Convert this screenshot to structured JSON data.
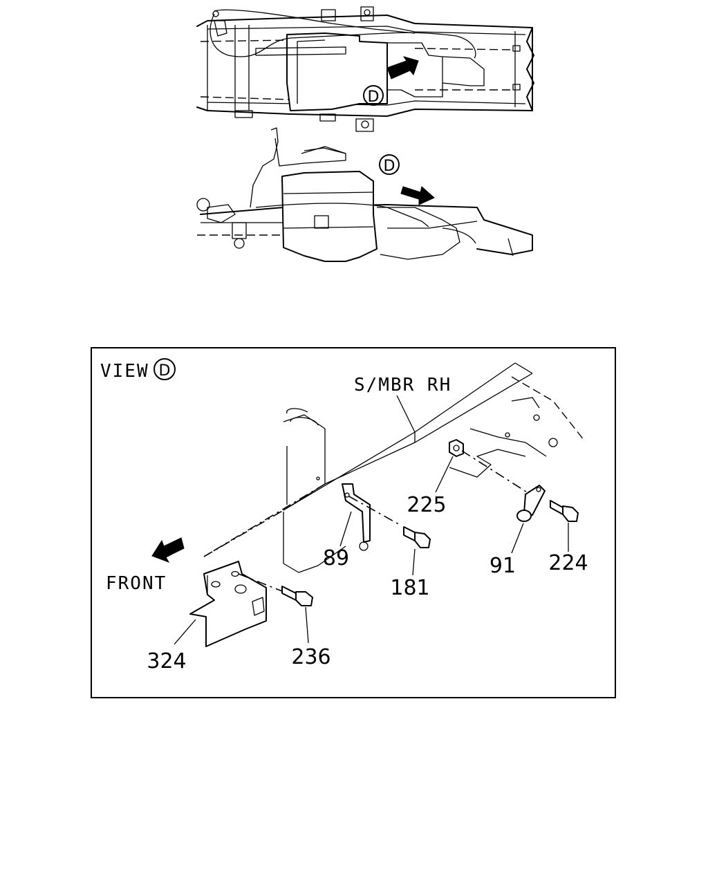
{
  "top_view": {
    "callout_d": "D"
  },
  "side_view": {
    "callout_d": "D"
  },
  "detail_view": {
    "title_word": "VIEW",
    "title_callout": "D",
    "member_label": "S/MBR RH",
    "front_label": "FRONT",
    "parts": {
      "p225": "225",
      "p89": "89",
      "p181": "181",
      "p91": "91",
      "p224": "224",
      "p324": "324",
      "p236": "236"
    }
  }
}
